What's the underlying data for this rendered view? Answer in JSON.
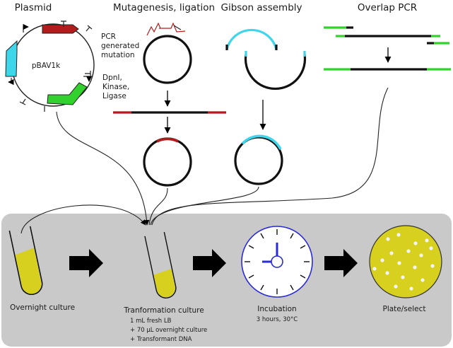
{
  "headings": {
    "plasmid": "Plasmid",
    "mutagenesis": "Mutagenesis, ligation",
    "gibson": "Gibson assembly",
    "overlap": "Overlap PCR"
  },
  "plasmid": {
    "name": "pBAV1k"
  },
  "mutagenesis": {
    "pcr_label": [
      "PCR",
      "generated",
      "mutation"
    ],
    "enzymes_label": [
      "DpnI,",
      "Kinase,",
      "Ligase"
    ]
  },
  "steps": {
    "overnight": {
      "title": "Overnight culture"
    },
    "transformation": {
      "title": "Tranformation culture",
      "details": [
        "1 mL fresh LB",
        "+ 70 µL overnight culture",
        "+ Transformant DNA"
      ]
    },
    "incubation": {
      "title": "Incubation",
      "detail": "3 hours, 30°C"
    },
    "plate": {
      "title": "Plate/select"
    }
  },
  "colors": {
    "panel": "#c9c9c9",
    "culture": "#d7d01e",
    "red_segment": "#b21c1c",
    "cyan_segment": "#3dd6ea",
    "green_segment": "#33d12d",
    "clock": "#2b2bd6"
  }
}
